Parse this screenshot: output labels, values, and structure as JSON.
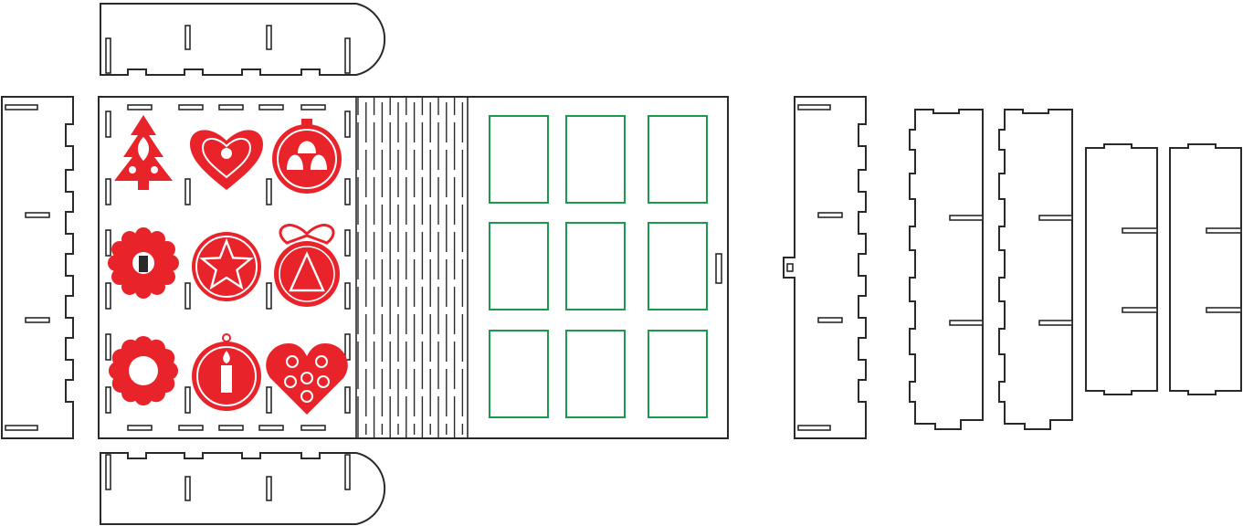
{
  "colors": {
    "cut_line": "#2a2a2a",
    "engrave_red": "#e8232a",
    "window_green": "#1a9a4a",
    "background": "#ffffff"
  },
  "ornaments": [
    {
      "row": 0,
      "col": 0,
      "icon": "christmas-tree-icon"
    },
    {
      "row": 0,
      "col": 1,
      "icon": "heart-ornament-icon"
    },
    {
      "row": 0,
      "col": 2,
      "icon": "bells-bauble-icon"
    },
    {
      "row": 1,
      "col": 0,
      "icon": "snowflake-lantern-icon"
    },
    {
      "row": 1,
      "col": 1,
      "icon": "star-bauble-icon"
    },
    {
      "row": 1,
      "col": 2,
      "icon": "bow-tree-bauble-icon"
    },
    {
      "row": 2,
      "col": 0,
      "icon": "snowflake-ring-icon"
    },
    {
      "row": 2,
      "col": 1,
      "icon": "candle-bauble-icon"
    },
    {
      "row": 2,
      "col": 2,
      "icon": "swirl-heart-icon"
    }
  ],
  "window_grid": {
    "rows": 3,
    "cols": 3
  },
  "divider_panels": [
    {
      "name": "tall-divider-left",
      "slots": 2
    },
    {
      "name": "tall-divider-right",
      "slots": 2
    },
    {
      "name": "short-divider-left",
      "slots": 2
    },
    {
      "name": "short-divider-right",
      "slots": 2
    }
  ]
}
